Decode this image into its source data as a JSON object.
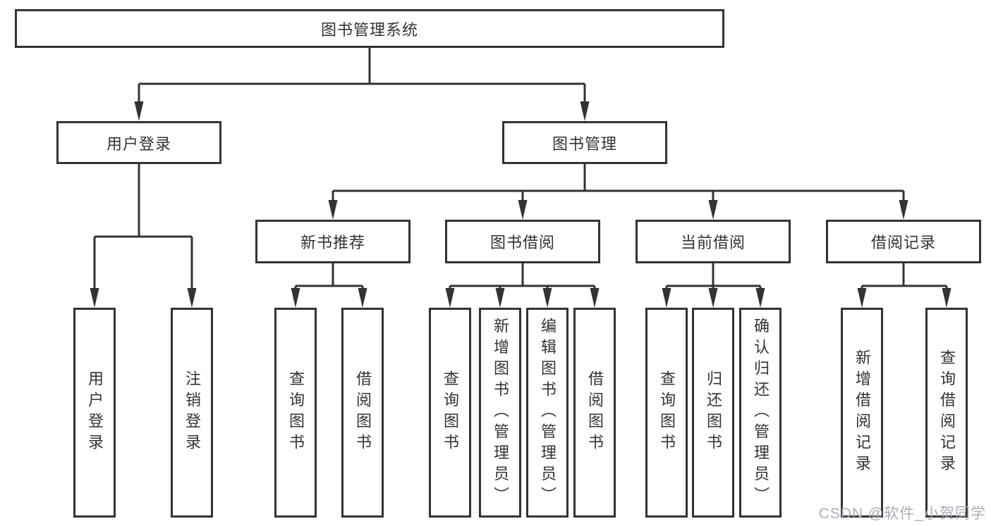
{
  "tree": {
    "label": "图书管理系统",
    "children": [
      {
        "label": "用户登录",
        "children": [
          {
            "label": "用户登录"
          },
          {
            "label": "注销登录"
          }
        ]
      },
      {
        "label": "图书管理",
        "children": [
          {
            "label": "新书推荐",
            "children": [
              {
                "label": "查询图书"
              },
              {
                "label": "借阅图书"
              }
            ]
          },
          {
            "label": "图书借阅",
            "children": [
              {
                "label": "查询图书"
              },
              {
                "label": "新增图书（管理员）"
              },
              {
                "label": "编辑图书（管理员）"
              },
              {
                "label": "借阅图书"
              }
            ]
          },
          {
            "label": "当前借阅",
            "children": [
              {
                "label": "查询图书"
              },
              {
                "label": "归还图书"
              },
              {
                "label": "确认归还（管理员）"
              }
            ]
          },
          {
            "label": "借阅记录",
            "children": [
              {
                "label": "新增借阅记录"
              },
              {
                "label": "查询借阅记录"
              }
            ]
          }
        ]
      }
    ]
  },
  "watermark": {
    "text": "CSDN @软件_小贺同学"
  },
  "colors": {
    "line": "#333333",
    "box_border": "#333333",
    "text": "#333333",
    "watermark": "#aaaeb5",
    "background": "#ffffff"
  }
}
